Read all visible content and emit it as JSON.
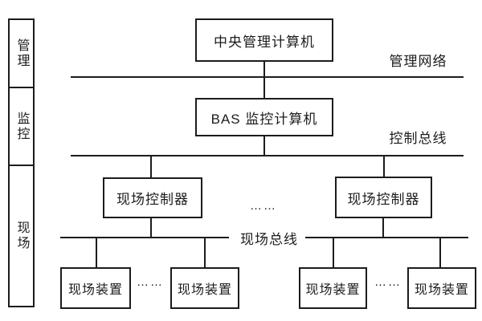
{
  "sidebar": {
    "items": [
      {
        "label": "管理"
      },
      {
        "label": "监控"
      },
      {
        "label": "现场"
      }
    ]
  },
  "layers": {
    "management": {
      "computer": "中央管理计算机",
      "bus_label": "管理网络"
    },
    "supervision": {
      "computer": "BAS 监控计算机",
      "bus_label": "控制总线"
    },
    "field": {
      "controllers": [
        {
          "label": "现场控制器"
        },
        {
          "label": "现场控制器"
        }
      ],
      "controllers_ellipsis": "……",
      "bus_label": "现场总线",
      "devices": [
        {
          "label": "现场装置"
        },
        {
          "label": "现场装置"
        },
        {
          "label": "现场装置"
        },
        {
          "label": "现场装置"
        }
      ],
      "devices_ellipsis_left": "……",
      "devices_ellipsis_right": "……"
    }
  },
  "colors": {
    "line": "#1c1c1c",
    "background": "#ffffff"
  }
}
